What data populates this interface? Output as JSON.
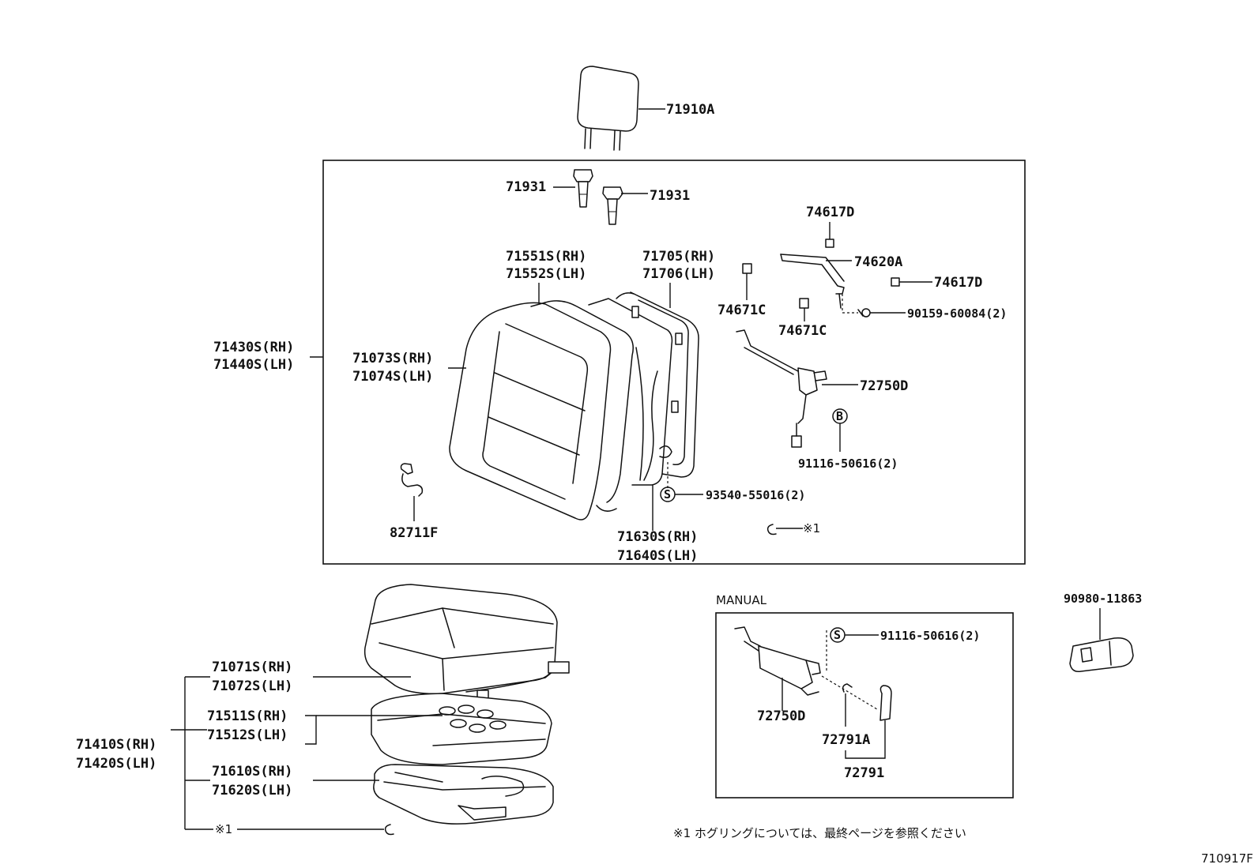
{
  "labels": {
    "headrest": "71910A",
    "support_a": "71931",
    "support_b": "71931",
    "back_cover_rh": "71551S(RH)",
    "back_cover_lh": "71552S(LH)",
    "back_frame_rh": "71705(RH)",
    "back_frame_lh": "71706(LH)",
    "clip_d_top": "74617D",
    "lever_bracket": "74620A",
    "clip_d_right": "74617D",
    "clip_c_left": "74671C",
    "clip_c_mid": "74671C",
    "bolt_90159": "90159-60084(2)",
    "back_assy_rh": "71430S(RH)",
    "back_assy_lh": "71440S(LH)",
    "back_pad_rh": "71073S(RH)",
    "back_pad_lh": "71074S(LH)",
    "recliner": "72750D",
    "bolt_91116_top": "91116-50616(2)",
    "screw_93540": "93540-55016(2)",
    "hook_82711": "82711F",
    "back_spring_rh": "71630S(RH)",
    "back_spring_lh": "71640S(LH)",
    "hog_ring_ref": "※1",
    "manual_title": "MANUAL",
    "bolt_91116_manual": "91116-50616(2)",
    "recliner_manual": "72750D",
    "knob_a": "72791A",
    "knob": "72791",
    "connector": "90980-11863",
    "cushion_cover_rh": "71071S(RH)",
    "cushion_cover_lh": "71072S(LH)",
    "cushion_pad_rh": "71511S(RH)",
    "cushion_pad_lh": "71512S(LH)",
    "cushion_assy_rh": "71410S(RH)",
    "cushion_assy_lh": "71420S(LH)",
    "cushion_frame_rh": "71610S(RH)",
    "cushion_frame_lh": "71620S(LH)",
    "hog_ring_ref_bottom": "※1",
    "footnote": "※1  ホグリングについては、最終ページを参照ください",
    "diagram_id": "710917F"
  },
  "callout_letters": {
    "bolt_b": "B",
    "screw_s": "S",
    "manual_s": "S"
  }
}
